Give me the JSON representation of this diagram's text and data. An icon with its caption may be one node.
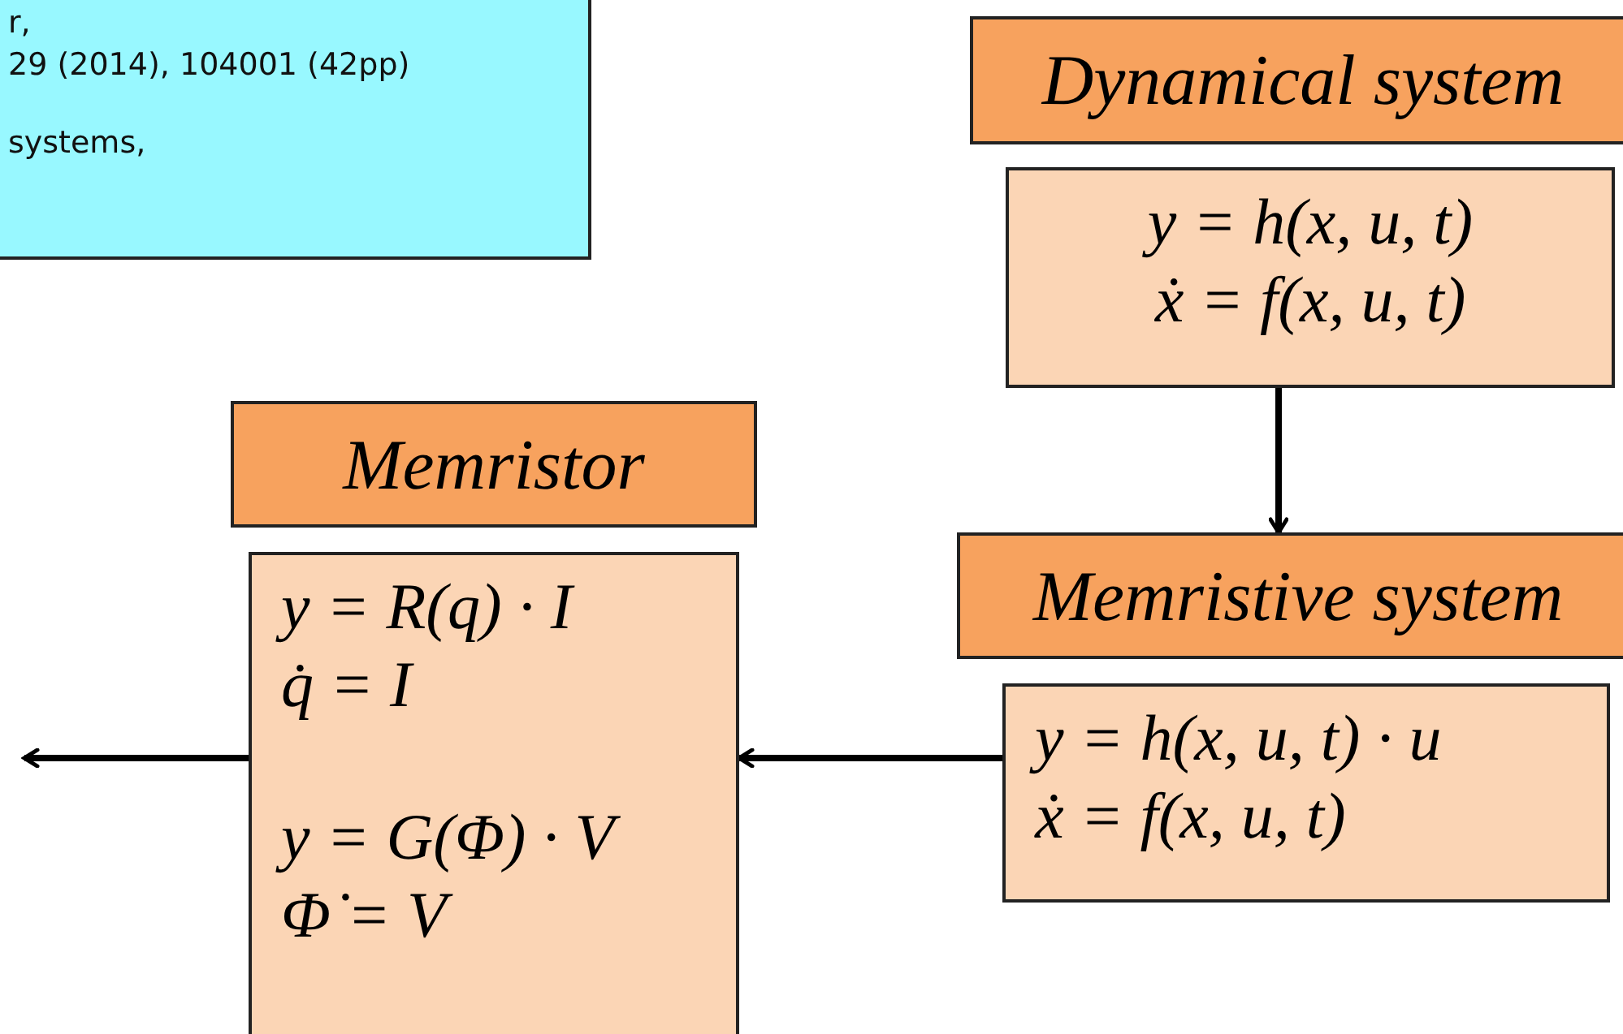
{
  "diagram": {
    "nodes": [
      {
        "text": [
          "r,",
          "29 (2014), 104001 (42pp)",
          "systems,"
        ]
      },
      {
        "text": [
          "Dynamical system"
        ]
      },
      {
        "text": [
          "y = h(x, u, t)",
          "ẋ = f(x, u, t)"
        ]
      },
      {
        "text": [
          "Memristive system"
        ]
      },
      {
        "text": [
          "y = h(x, u, t) · u",
          "ẋ = f(x, u, t)"
        ]
      },
      {
        "text": [
          "Memristor"
        ]
      },
      {
        "text": [
          "y = R(q) · I",
          "q̇ = I",
          "y = G(Φ) · V",
          "Φ̇ = V"
        ]
      }
    ],
    "edges": [
      {
        "from": 2,
        "to": 3,
        "arrow": "to"
      },
      {
        "from": 4,
        "to": 6,
        "arrow": "to"
      },
      {
        "from": 6,
        "to": null,
        "arrow": "to"
      }
    ]
  }
}
